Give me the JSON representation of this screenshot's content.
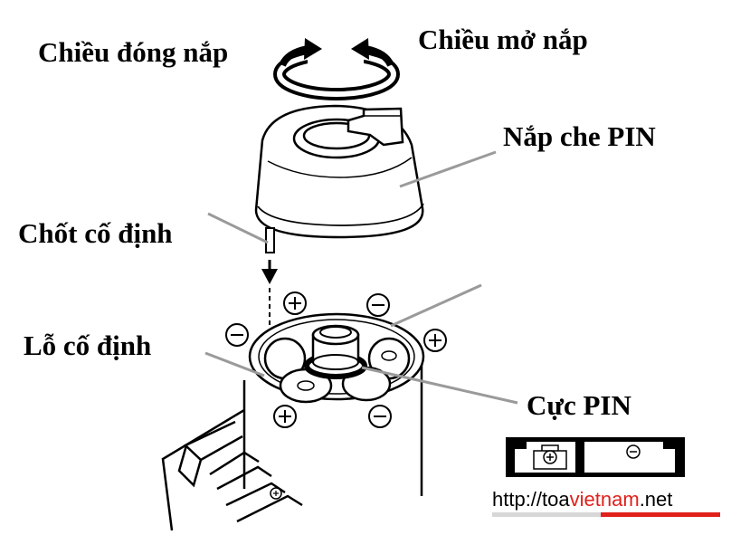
{
  "labels": {
    "close_direction": "Chiều đóng nắp",
    "open_direction": "Chiều mở nắp",
    "battery_cover": "Nắp che PIN",
    "locking_pin": "Chốt cố định",
    "locking_hole": "Lỗ cố định",
    "battery_poles": "Cực PIN"
  },
  "watermark": {
    "prefix": "http://",
    "site_plain": "toa",
    "site_red": "vietnam",
    "suffix": ".net"
  },
  "colors": {
    "ink": "#000000",
    "leader_line": "#9a9a9a",
    "watermark_red": "#e0201b"
  }
}
